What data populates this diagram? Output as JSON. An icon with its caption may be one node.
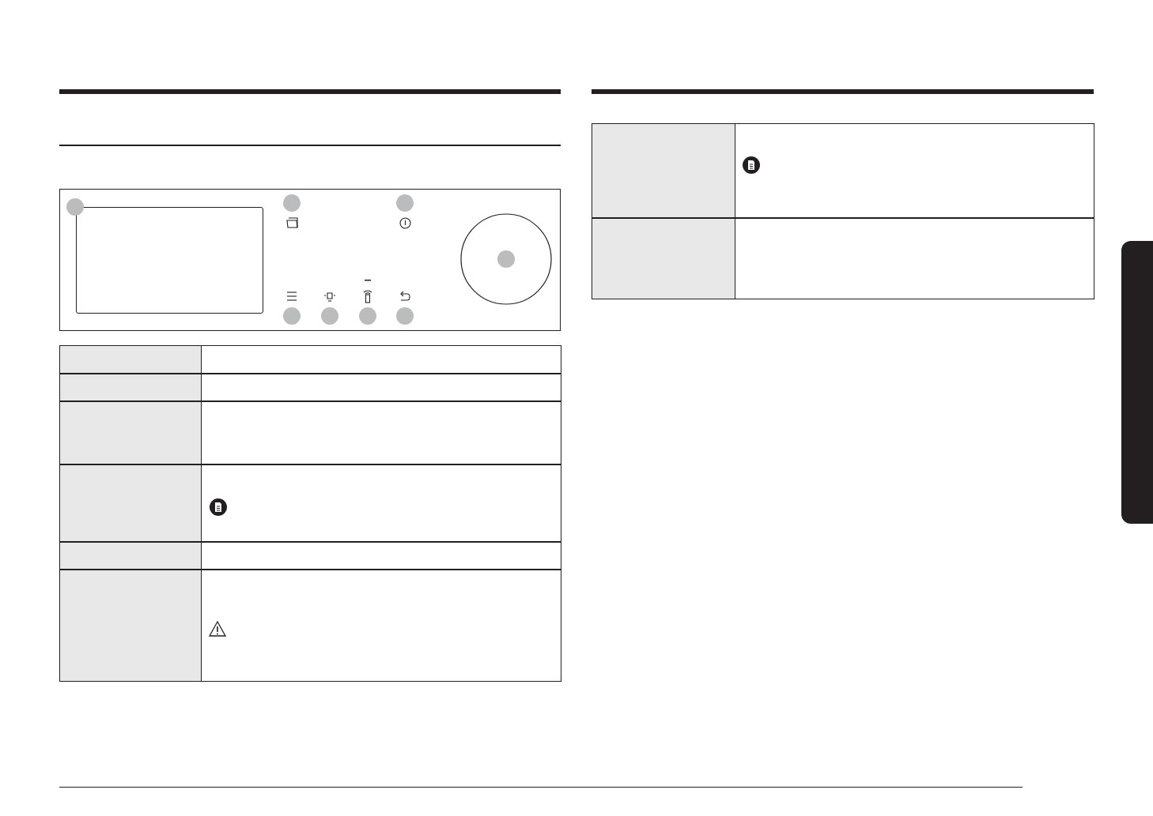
{
  "diagram": {
    "nodes": [
      {
        "text": [],
        "shape": "circle"
      },
      {
        "text": [],
        "shape": "circle"
      },
      {
        "text": [],
        "shape": "circle"
      },
      {
        "text": [],
        "shape": "circle"
      },
      {
        "text": [],
        "shape": "circle"
      },
      {
        "text": [],
        "shape": "circle"
      },
      {
        "text": [],
        "shape": "circle"
      },
      {
        "text": [],
        "shape": "circle"
      },
      {
        "text": [],
        "shape": "box"
      },
      {
        "text": [],
        "shape": "box"
      }
    ]
  }
}
